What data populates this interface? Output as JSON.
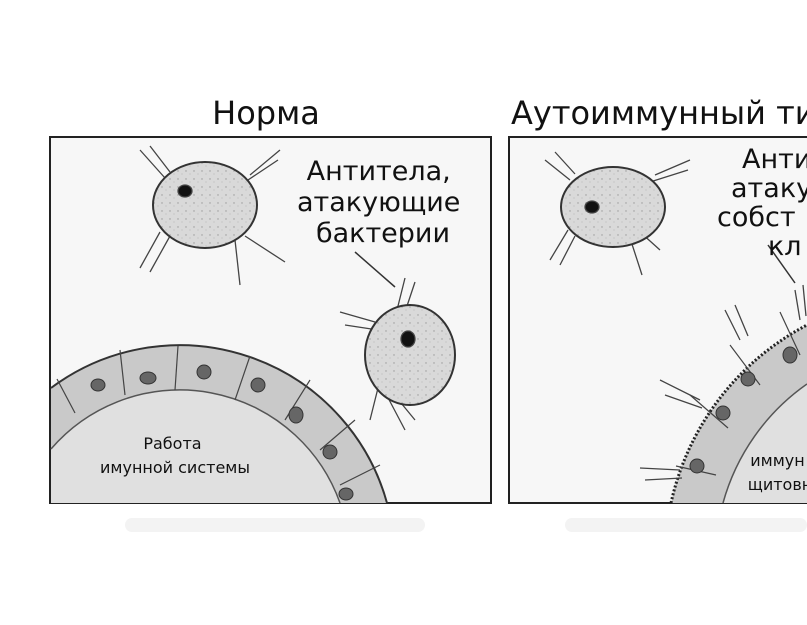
{
  "left_panel": {
    "title": "Норма",
    "callout_lines": [
      "Антитела,",
      "атакующие",
      "бактерии"
    ],
    "gland_label_lines": [
      "Работа",
      "имунной системы"
    ]
  },
  "right_panel": {
    "title": "Аутоиммунный ти",
    "callout_lines": [
      "Анти",
      "атаку",
      "собст",
      "кл"
    ],
    "gland_label_lines": [
      "иммун",
      "щитовн"
    ]
  },
  "colors": {
    "cell_fill": "#d6d6d6",
    "gland_fill": "#e2e2e2",
    "band_fill": "#c8c8c8",
    "border": "#222222"
  }
}
